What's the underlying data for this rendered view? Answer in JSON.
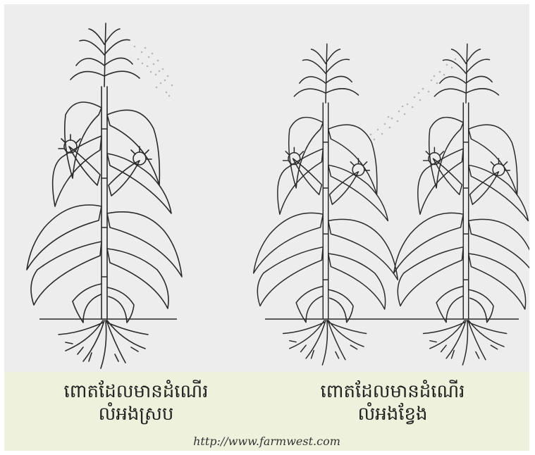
{
  "captions": {
    "left_line1": "ពោតដែលមានដំណើរ",
    "left_line2": "លំអងស្រប",
    "right_line1": "ពោតដែលមានដំណើរ",
    "right_line2": "លំអងខ្វែង"
  },
  "source_url": "http://www.farmwest.com",
  "colors": {
    "background": "#ededed",
    "caption_band": "#eef2dc",
    "line": "#2a2a2a"
  }
}
